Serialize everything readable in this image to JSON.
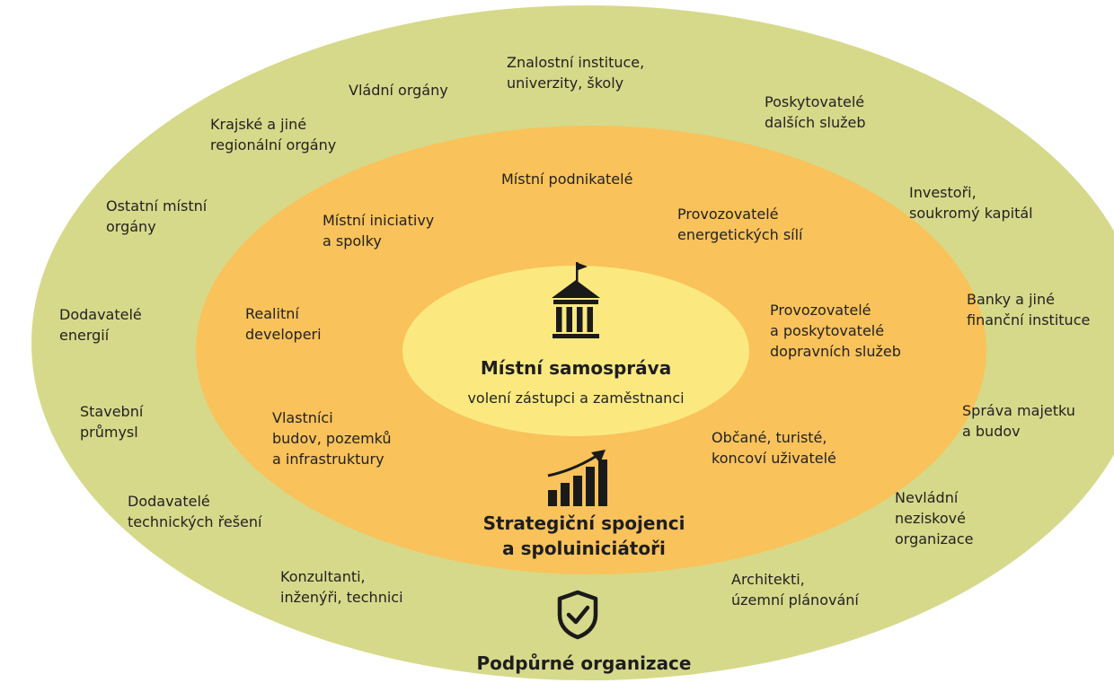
{
  "colors": {
    "outer_ring": "#d6d98a",
    "middle_ring": "#f9c25a",
    "inner_ring": "#fbe980",
    "icon": "#1a1a1a"
  },
  "core": {
    "title": "Místní samospráva",
    "subtitle": "volení zástupci a zaměstnanci",
    "icon": "government-building-icon"
  },
  "middle": {
    "title": "Strategiční spojenci\na spoluiniciátoři",
    "icon": "growth-chart-icon",
    "items": [
      "Místní podnikatelé",
      "Místní iniciativy\na spolky",
      "Provozovatelé\nenergetických sílí",
      "Realitní\ndeveloperi",
      "Provozovatelé\na poskytovatelé\ndopravních služeb",
      "Vlastníci\nbudov, pozemků\na infrastruktury",
      "Občané, turisté,\nkoncoví uživatelé"
    ]
  },
  "outer": {
    "title": "Podpůrné organizace",
    "icon": "shield-check-icon",
    "items": [
      "Znalostní instituce,\nuniverzity, školy",
      "Vládní orgány",
      "Poskytovatelé\ndalších služeb",
      "Krajské a jiné\nregionální orgány",
      "Investoři,\nsoukromý kapitál",
      "Ostatní místní\norgány",
      "Banky a jiné\nfinanční instituce",
      "Dodavatelé\nenergií",
      "Stavební\nprůmysl",
      "Správa majetku\na budov",
      "Dodavatelé\ntechnických řešení",
      "Nevládní\nneziskové\norganizace",
      "Konzultanti,\ninženýři, technici",
      "Architekti,\núzemní plánování"
    ]
  }
}
